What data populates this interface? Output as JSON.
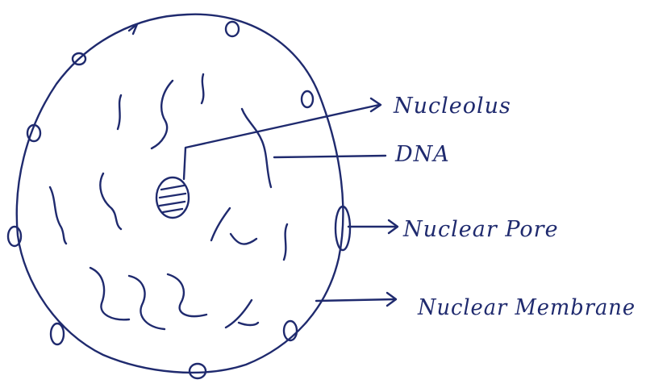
{
  "diagram": {
    "labels": {
      "nucleolus": "Nucleolus",
      "dna": "DNA",
      "nuclear_pore": "Nuclear Pore",
      "nuclear_membrane": "Nuclear Membrane"
    },
    "ink_color": "#1f2a6e"
  }
}
